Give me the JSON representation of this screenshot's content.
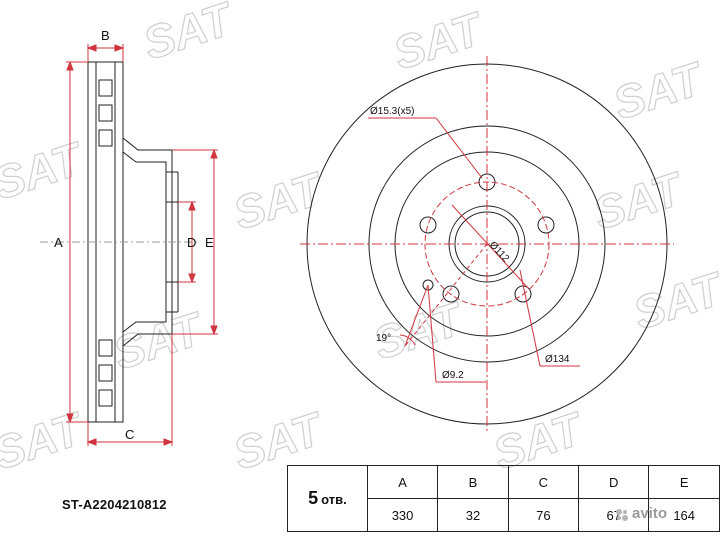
{
  "watermark": {
    "text": "SAT"
  },
  "side_view": {
    "label_a": "A",
    "label_b": "B",
    "label_c": "C",
    "label_d": "D",
    "label_e": "E"
  },
  "front_view": {
    "bolt_hole_callout": "Ø15.3(x5)",
    "pcd_callout": "Ø112",
    "angle_callout": "19°",
    "center_bore_callout": "Ø134",
    "small_hole_callout": "Ø9.2"
  },
  "part_number": "ST-A2204210812",
  "spec_table": {
    "holes_count": "5",
    "holes_unit": "отв.",
    "headers": [
      "A",
      "B",
      "C",
      "D",
      "E"
    ],
    "values": [
      "330",
      "32",
      "76",
      "67",
      "164"
    ]
  },
  "badge": {
    "text": "avito"
  },
  "colors": {
    "dimension_red": "#d0343f",
    "outline": "#222222",
    "watermark": "#cfcfcf"
  }
}
